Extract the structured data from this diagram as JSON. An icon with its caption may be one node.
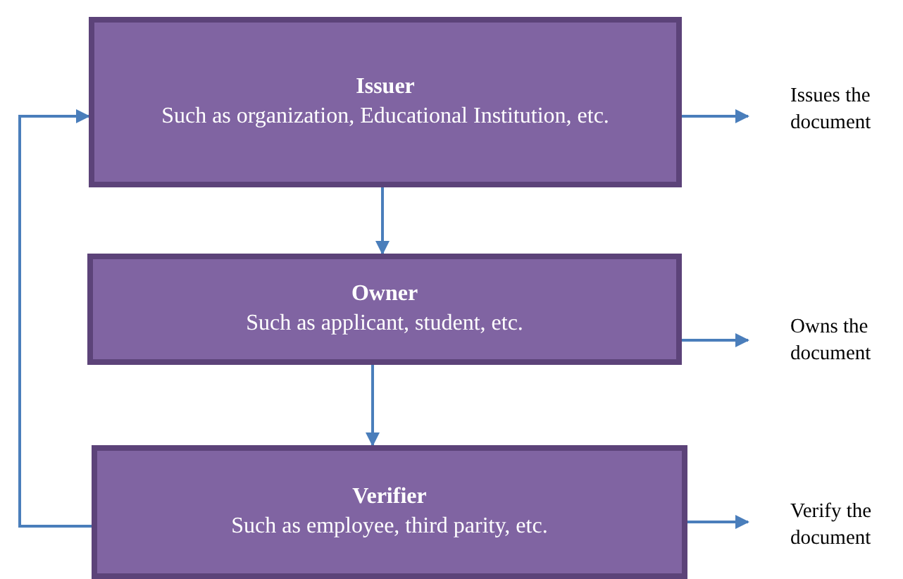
{
  "diagram": {
    "nodes": [
      {
        "text": [
          "Issuer",
          "Such as organization, Educational Institution, etc."
        ]
      },
      {
        "text": [
          "Owner",
          "Such as applicant, student, etc."
        ]
      },
      {
        "text": [
          "Verifier",
          "Such as employee, third parity, etc."
        ]
      },
      {
        "text": [
          "Issues the document"
        ]
      },
      {
        "text": [
          "Owns the document"
        ]
      },
      {
        "text": [
          "Verify the document"
        ]
      }
    ],
    "edges": [
      {
        "from": 0,
        "to": 1,
        "arrow": "to"
      },
      {
        "from": 1,
        "to": 2,
        "arrow": "to"
      },
      {
        "from": 2,
        "to": 0,
        "arrow": "to"
      },
      {
        "from": 0,
        "to": 3,
        "arrow": "to"
      },
      {
        "from": 1,
        "to": 4,
        "arrow": "to"
      },
      {
        "from": 2,
        "to": 5,
        "arrow": "to"
      }
    ]
  }
}
